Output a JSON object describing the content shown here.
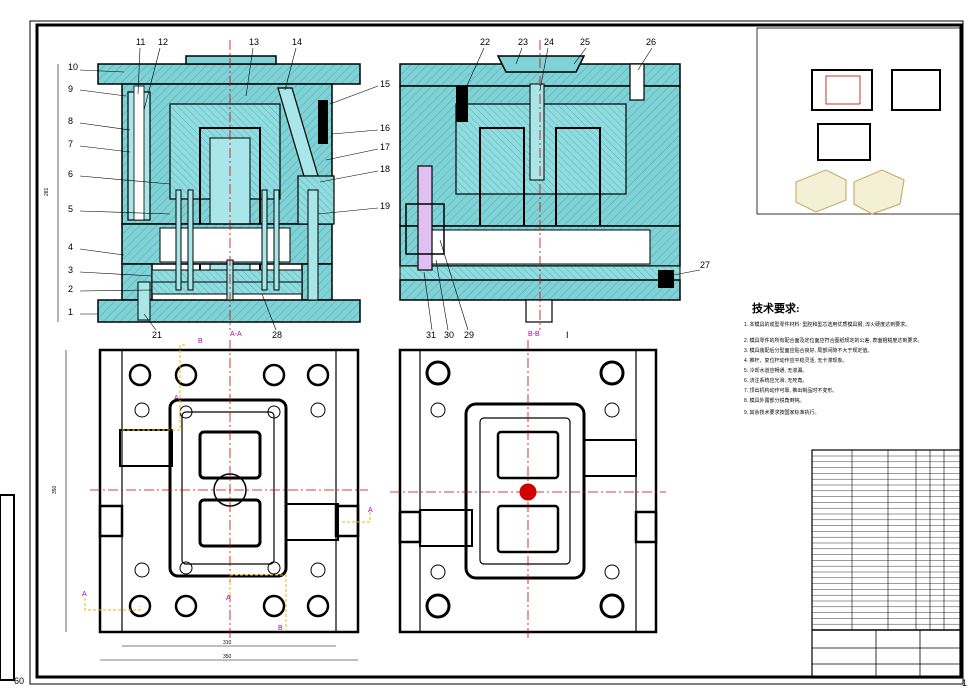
{
  "part_numbers_left": [
    "10",
    "9",
    "8",
    "7",
    "6",
    "5",
    "4",
    "3",
    "2",
    "1"
  ],
  "part_numbers_top_left": [
    "11",
    "12",
    "13",
    "14"
  ],
  "part_numbers_right_side": [
    "15",
    "16",
    "17",
    "18",
    "19"
  ],
  "part_numbers_top_right": [
    "22",
    "23",
    "24",
    "25",
    "26"
  ],
  "part_number_27": "27",
  "part_numbers_bottom_left": [
    "21",
    "28"
  ],
  "part_numbers_bottom_right": [
    "31",
    "30",
    "29"
  ],
  "section_marks": {
    "left": "A-A",
    "right": "B-B",
    "cut": "I"
  },
  "dimensions": {
    "left_height": "281",
    "plan_height": "350",
    "plan_width_inner": "310",
    "plan_width_outer": "350"
  },
  "magenta_marks": [
    "B",
    "B",
    "A",
    "A",
    "A",
    "A"
  ],
  "tech_title": "技术要求:",
  "tech_notes": [
    "1. 本模具的成型零件材料: 型腔和型芯选用优质模具钢, 淬火硬度达到要求。",
    "2. 模具零件的所有配合面及定位面应符合图纸规定的公差, 表面粗糙度达到要求。",
    "3. 模具装配后分型面应贴合良好, 局部间隙不大于规定值。",
    "4. 推杆、复位杆动作应平稳灵活, 无卡滞现象。",
    "5. 冷却水道应畅通, 无渗漏。",
    "6. 浇注系统应光滑, 无死角。",
    "7. 顶出机构动作可靠, 推出制品时不变形。",
    "8. 模具外露部分锐角倒钝。",
    "9. 其余技术要求按国家标准执行。"
  ],
  "corner_marks": {
    "bottom_left": "60",
    "right": "1"
  },
  "colors": {
    "steel": "#7fd3d6",
    "outline": "#000000",
    "center_line": "#d00000",
    "magenta": "#b000b0",
    "tan": "#e7d9a8",
    "cavity": "#a8e6e9"
  }
}
